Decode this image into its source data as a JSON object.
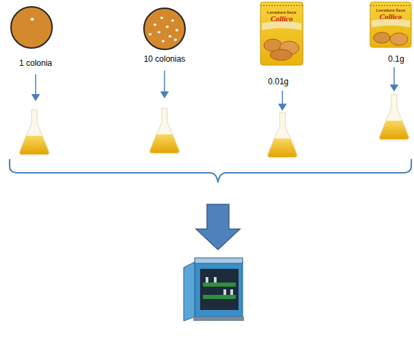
{
  "diagram": {
    "labels": [
      "1 colonia",
      "10 colonias",
      "Levadura Seca",
      "Collico",
      "0.01g",
      "Levadura Seca",
      "Collico",
      "0.1g"
    ]
  }
}
